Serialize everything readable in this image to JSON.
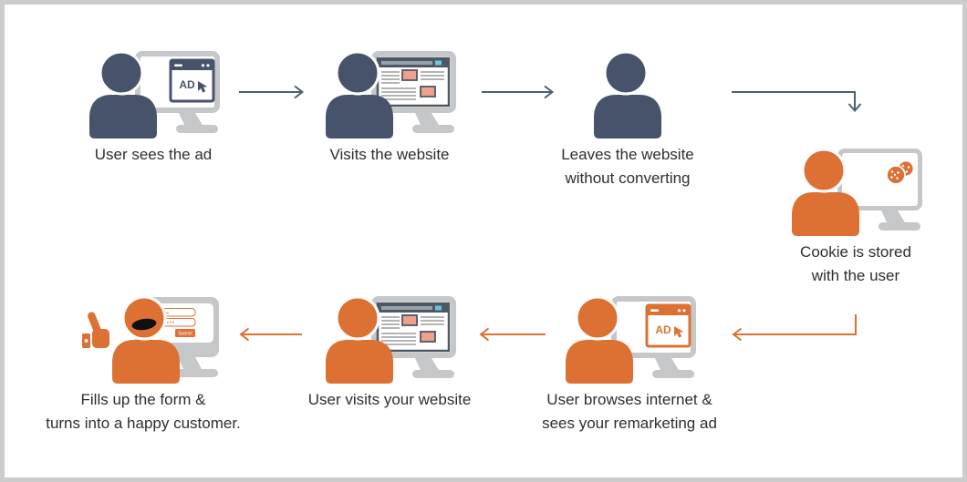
{
  "diagram": {
    "title_hint": "remarketing-flow",
    "frame_color": "#cccccc",
    "background": "#ffffff"
  },
  "colors": {
    "dark_person": "#47536a",
    "orange_person": "#dd7133",
    "arrow_dark": "#4e6070",
    "arrow_orange": "#dd7133",
    "monitor_gray": "#c6c7c9",
    "webpage_box_salmon": "#f0a18e",
    "webpage_teal": "#6cc5d9",
    "label_text": "#2e2e2e"
  },
  "steps": [
    {
      "id": "step-1",
      "icon": "dark-user-with-ad-monitor",
      "screen_text": "AD",
      "lines": [
        "User sees the ad"
      ]
    },
    {
      "id": "step-2",
      "icon": "dark-user-with-website-monitor",
      "lines": [
        "Visits the website"
      ]
    },
    {
      "id": "step-3",
      "icon": "dark-user",
      "lines": [
        "Leaves the website",
        "without converting"
      ]
    },
    {
      "id": "step-4",
      "icon": "orange-user-with-cookie-monitor",
      "lines": [
        "Cookie is stored",
        "with the user"
      ]
    },
    {
      "id": "step-5",
      "icon": "orange-user-with-ad-monitor",
      "screen_text": "AD",
      "lines": [
        "User browses internet &",
        "sees your remarketing ad"
      ]
    },
    {
      "id": "step-6",
      "icon": "orange-user-with-website-monitor",
      "lines": [
        "User visits your website"
      ]
    },
    {
      "id": "step-7",
      "icon": "orange-happy-user-with-form-monitor-and-thumbs-up",
      "form": {
        "field1": "Name",
        "field2": "••••••",
        "submit_label": "Submit"
      },
      "lines": [
        "Fills up the form &",
        "turns into a happy customer."
      ]
    }
  ]
}
